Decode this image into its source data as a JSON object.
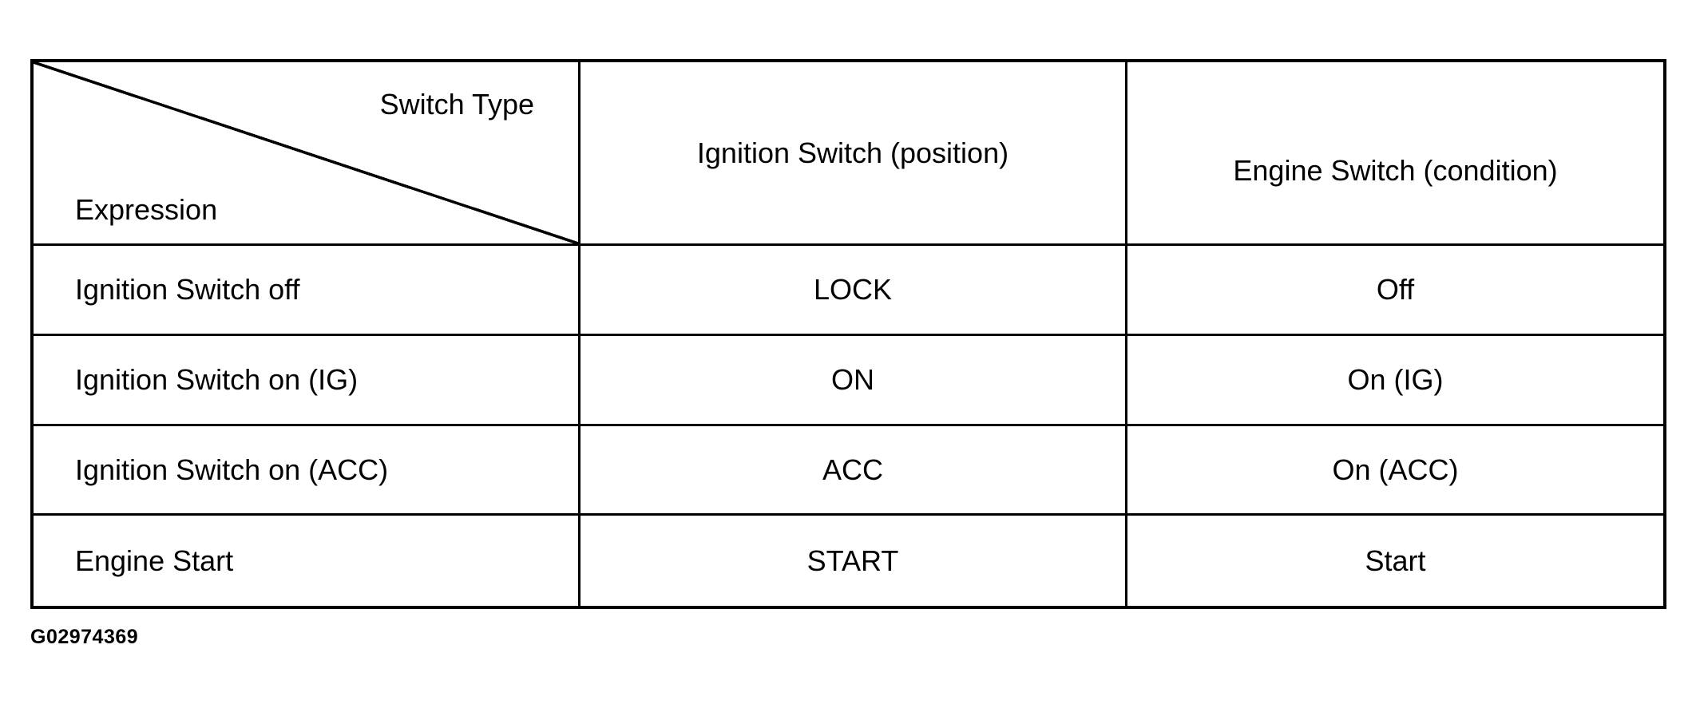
{
  "caption": "G02974369",
  "colors": {
    "line": "#000000",
    "text": "#000000",
    "background": "#ffffff"
  },
  "table": {
    "corner": {
      "top": "Switch Type",
      "bottom": "Expression"
    },
    "col_headers": [
      "Ignition Switch (position)",
      "Engine Switch (condition)"
    ],
    "rows": [
      {
        "expression": "Ignition Switch off",
        "ignition_switch_position": "LOCK",
        "engine_switch_condition": "Off"
      },
      {
        "expression": "Ignition Switch on (IG)",
        "ignition_switch_position": "ON",
        "engine_switch_condition": "On (IG)"
      },
      {
        "expression": "Ignition Switch on (ACC)",
        "ignition_switch_position": "ACC",
        "engine_switch_condition": "On (ACC)"
      },
      {
        "expression": "Engine Start",
        "ignition_switch_position": "START",
        "engine_switch_condition": "Start"
      }
    ]
  }
}
